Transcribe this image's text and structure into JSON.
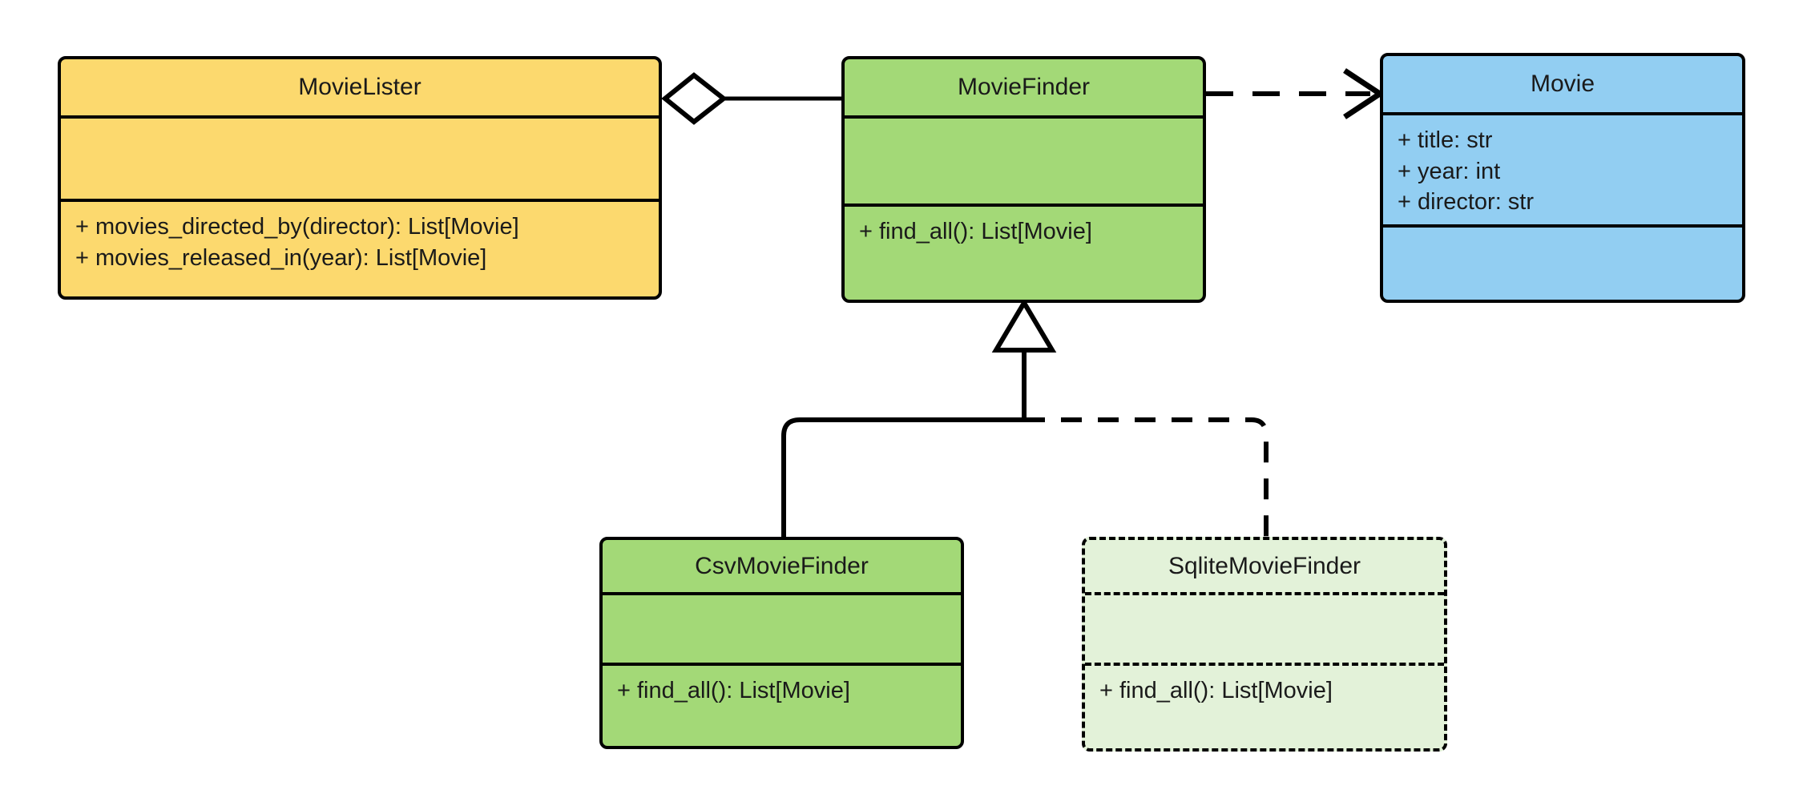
{
  "diagram": {
    "title": "MovieLister UML class diagram",
    "type": "uml-class-diagram",
    "background": "#ffffff",
    "line_color": "#000000",
    "palette": {
      "yellow": "#FCD96E",
      "green": "#A3D977",
      "blue": "#92CEF2",
      "light_green": "#E3F2D9"
    }
  },
  "classes": [
    {
      "id": "MovieLister",
      "name": "MovieLister",
      "fill": "#FCD96E",
      "border": "solid",
      "attributes": [],
      "methods": [
        "+ movies_directed_by(director): List[Movie]",
        "+ movies_released_in(year): List[Movie]"
      ]
    },
    {
      "id": "MovieFinder",
      "name": "MovieFinder",
      "fill": "#A3D977",
      "border": "solid",
      "attributes": [],
      "methods": [
        "+ find_all(): List[Movie]"
      ]
    },
    {
      "id": "Movie",
      "name": "Movie",
      "fill": "#92CEF2",
      "border": "solid",
      "attributes": [
        "+ title: str",
        "+ year: int",
        "+ director: str"
      ],
      "methods": []
    },
    {
      "id": "CsvMovieFinder",
      "name": "CsvMovieFinder",
      "fill": "#A3D977",
      "border": "solid",
      "attributes": [],
      "methods": [
        "+ find_all(): List[Movie]"
      ]
    },
    {
      "id": "SqliteMovieFinder",
      "name": "SqliteMovieFinder",
      "fill": "#E3F2D9",
      "border": "dashed",
      "attributes": [],
      "methods": [
        "+ find_all(): List[Movie]"
      ]
    }
  ],
  "relations": [
    {
      "id": "lister-finder",
      "kind": "aggregation",
      "from": "MovieLister",
      "to": "MovieFinder",
      "style": "solid",
      "source_decoration": "hollow-diamond",
      "target_decoration": "none"
    },
    {
      "id": "finder-movie",
      "kind": "dependency",
      "from": "MovieFinder",
      "to": "Movie",
      "style": "dashed",
      "source_decoration": "none",
      "target_decoration": "open-arrow"
    },
    {
      "id": "csv-finder",
      "kind": "inheritance",
      "from": "CsvMovieFinder",
      "to": "MovieFinder",
      "style": "solid",
      "source_decoration": "none",
      "target_decoration": "hollow-triangle"
    },
    {
      "id": "sqlite-finder",
      "kind": "inheritance",
      "from": "SqliteMovieFinder",
      "to": "MovieFinder",
      "style": "dashed",
      "source_decoration": "none",
      "target_decoration": "hollow-triangle"
    }
  ]
}
